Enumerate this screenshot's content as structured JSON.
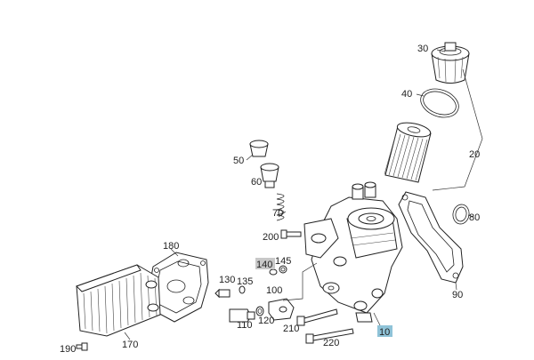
{
  "labels": {
    "p10": "10",
    "p20": "20",
    "p30": "30",
    "p40": "40",
    "p50": "50",
    "p60": "60",
    "p70": "70",
    "p80": "80",
    "p90": "90",
    "p100": "100",
    "p110": "110",
    "p120": "120",
    "p130": "130",
    "p135": "135",
    "p140": "140",
    "p145": "145",
    "p170": "170",
    "p180": "180",
    "p190": "190",
    "p200": "200",
    "p210": "210",
    "p220": "220"
  },
  "highlight_colors": {
    "p10": "#8fc3d8",
    "p140": "#c8c8c8"
  }
}
